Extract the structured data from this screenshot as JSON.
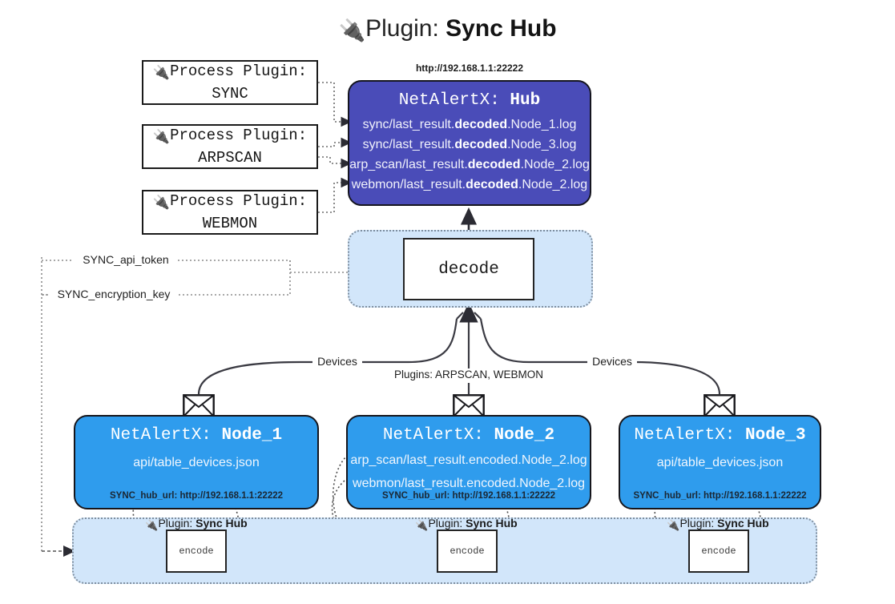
{
  "title": {
    "icon": "plug-icon",
    "prefix": "Plugin: ",
    "name": "Sync Hub"
  },
  "process_plugins": [
    {
      "icon": "plug-icon",
      "line1": "Process Plugin:",
      "line2": "SYNC"
    },
    {
      "icon": "plug-icon",
      "line1": "Process Plugin:",
      "line2": "ARPSCAN"
    },
    {
      "icon": "plug-icon",
      "line1": "Process Plugin:",
      "line2": "WEBMON"
    }
  ],
  "hub": {
    "url": "http://192.168.1.1:22222",
    "title_prefix": "NetAlertX: ",
    "title_name": "Hub",
    "logs": [
      {
        "pre": "sync/last_result.",
        "mid": "decoded",
        "post": ".Node_1.log"
      },
      {
        "pre": "sync/last_result.",
        "mid": "decoded",
        "post": ".Node_3.log"
      },
      {
        "pre": "arp_scan/last_result.",
        "mid": "decoded",
        "post": ".Node_2.log"
      },
      {
        "pre": "webmon/last_result.",
        "mid": "decoded",
        "post": ".Node_2.log"
      }
    ]
  },
  "decode": {
    "label": "decode"
  },
  "settings": {
    "api_token": "SYNC_api_token",
    "encryption_key": "SYNC_encryption_key"
  },
  "edges": {
    "devices_left": "Devices",
    "devices_right": "Devices",
    "plugins_middle": "Plugins: ARPSCAN, WEBMON"
  },
  "nodes": [
    {
      "icon": "envelope-icon",
      "title_prefix": "NetAlertX: ",
      "title_name": "Node_1",
      "lines": [
        "api/table_devices.json"
      ],
      "footer": "SYNC_hub_url: http://192.168.1.1:22222",
      "plugin_label_prefix": "Plugin: ",
      "plugin_label_name": "Sync Hub",
      "encode_label": "encode"
    },
    {
      "icon": "envelope-icon",
      "title_prefix": "NetAlertX: ",
      "title_name": "Node_2",
      "lines": [
        "arp_scan/last_result.encoded.Node_2.log",
        "webmon/last_result.encoded.Node_2.log"
      ],
      "footer": "SYNC_hub_url: http://192.168.1.1:22222",
      "plugin_label_prefix": "Plugin: ",
      "plugin_label_name": "Sync Hub",
      "encode_label": "encode"
    },
    {
      "icon": "envelope-icon",
      "title_prefix": "NetAlertX: ",
      "title_name": "Node_3",
      "lines": [
        "api/table_devices.json"
      ],
      "footer": "SYNC_hub_url: http://192.168.1.1:22222",
      "plugin_label_prefix": "Plugin: ",
      "plugin_label_name": "Sync Hub",
      "encode_label": "encode"
    }
  ],
  "colors": {
    "hub_fill": "#4a4cb8",
    "node_fill": "#2f9ced",
    "band_fill": "#d2e6fa",
    "stroke": "#1b1b1b",
    "band_stroke": "#7f8fa0"
  }
}
